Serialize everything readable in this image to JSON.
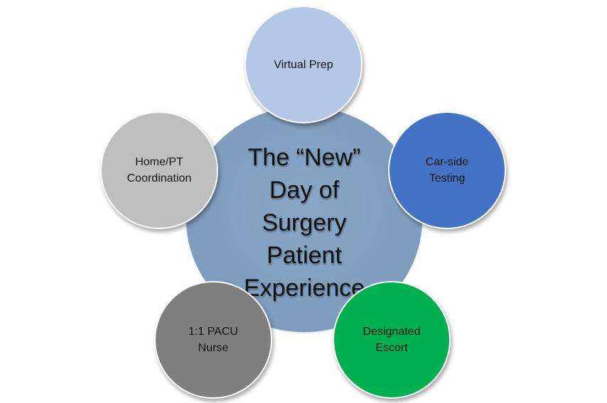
{
  "diagram": {
    "center": {
      "label": "The “New”\nDay of\nSurgery\nPatient\nExperience",
      "color": "#7d9cbe"
    },
    "satellites": [
      {
        "label": "Virtual Prep",
        "color": "#b4c7e7",
        "text_color": "#111111"
      },
      {
        "label": "Car-side\nTesting",
        "color": "#4472c4",
        "text_color": "#111111"
      },
      {
        "label": "Designated\nEscort",
        "color": "#00b050",
        "text_color": "#111111"
      },
      {
        "label": "1:1 PACU\nNurse",
        "color": "#7f7f7f",
        "text_color": "#111111"
      },
      {
        "label": "Home/PT\nCoordination",
        "color": "#bfbfbf",
        "text_color": "#111111"
      }
    ]
  }
}
